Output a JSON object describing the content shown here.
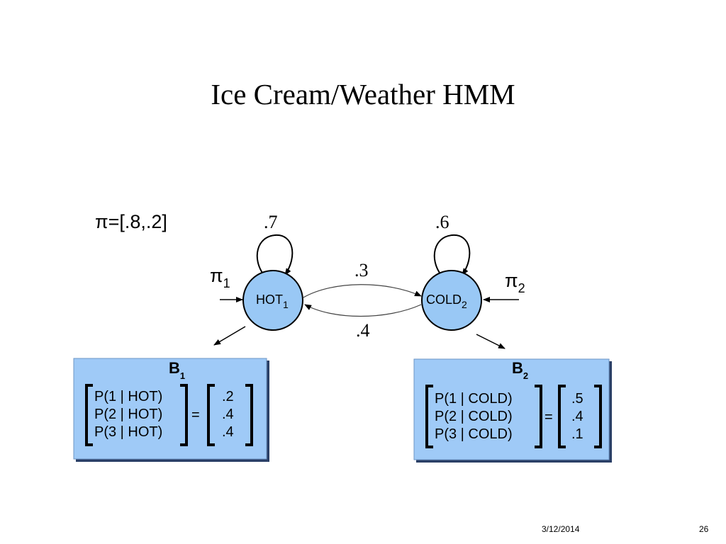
{
  "slide": {
    "title": "Ice Cream/Weather HMM",
    "date": "3/12/2014",
    "page_number": "26"
  },
  "initial": {
    "pi_label": "π=[.8,.2]",
    "pi_symbol": "π",
    "pi1_sub": "1",
    "pi2_sub": "2"
  },
  "states": {
    "hot": {
      "name": "HOT",
      "sub": "1"
    },
    "cold": {
      "name": "COLD",
      "sub": "2"
    }
  },
  "transitions": {
    "hot_self": ".7",
    "cold_self": ".6",
    "hot_to_cold": ".3",
    "cold_to_hot": ".4"
  },
  "emissions": {
    "b1": {
      "label": "B",
      "sub": "1",
      "rows": [
        "P(1 | HOT)",
        "P(2 | HOT)",
        "P(3 | HOT)"
      ],
      "equals": "=",
      "values": [
        ".2",
        ".4",
        ".4"
      ]
    },
    "b2": {
      "label": "B",
      "sub": "2",
      "rows": [
        "P(1 | COLD)",
        "P(2 | COLD)",
        "P(3 | COLD)"
      ],
      "equals": "=",
      "values": [
        ".5",
        ".4",
        ".1"
      ]
    }
  },
  "colors": {
    "state_fill": "#99c8f5",
    "box_fill": "#9fcaf7",
    "box_shadow": "#2a3f66"
  }
}
